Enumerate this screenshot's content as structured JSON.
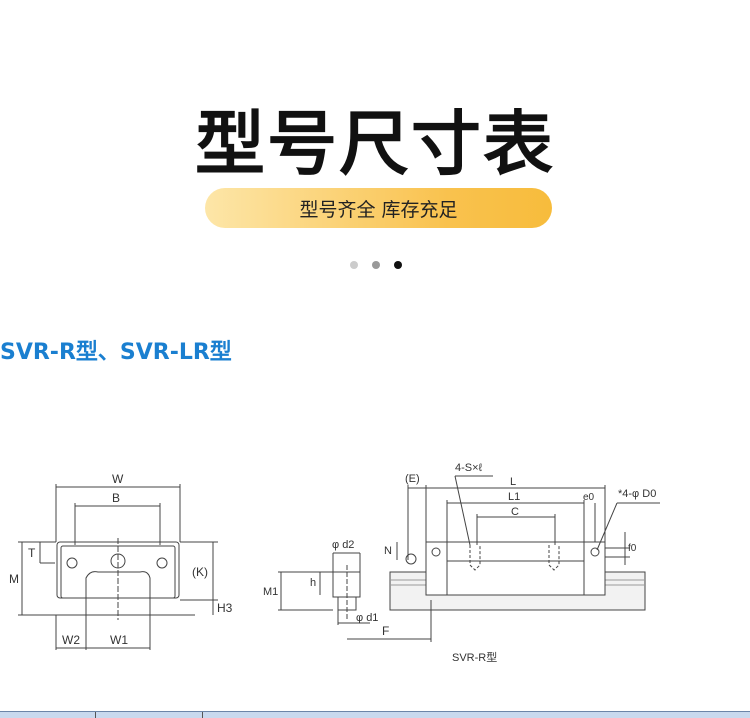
{
  "header": {
    "title": "型号尺寸表",
    "subtitle": "型号齐全 库存充足"
  },
  "carousel": {
    "count": 3,
    "active_index": 2
  },
  "section": {
    "title": "SVR-R型、SVR-LR型"
  },
  "diagram": {
    "front_labels": {
      "W": "W",
      "B": "B",
      "T": "T",
      "M": "M",
      "K": "(K)",
      "H3": "H3",
      "W2": "W2",
      "W1": "W1"
    },
    "side_labels": {
      "E": "(E)",
      "S": "4-S×ℓ",
      "L": "L",
      "L1": "L1",
      "C": "C",
      "e0": "e0",
      "D0": "*4-φ D0",
      "N": "N",
      "f0": "f0",
      "d2": "φ d2",
      "h": "h",
      "M1": "M1",
      "d1": "φ d1",
      "F": "F"
    },
    "caption": "SVR-R型"
  },
  "colors": {
    "accent": "#1a7fd0",
    "pill": "#f9c24e"
  }
}
